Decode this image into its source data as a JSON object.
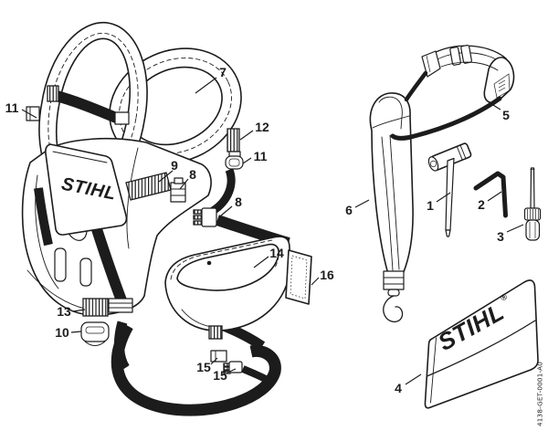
{
  "colors": {
    "ink": "#1c1c1c",
    "paper": "#ffffff"
  },
  "figure": {
    "harness_logo": "STIHL",
    "bag_logo": "STIHL",
    "registered_mark": "®",
    "drawing_number": "4138-GET-0001-A0"
  },
  "callouts": [
    "11",
    "7",
    "12",
    "11",
    "9",
    "8",
    "8",
    "14",
    "16",
    "13",
    "10",
    "15",
    "15",
    "6",
    "5",
    "1",
    "2",
    "3",
    "4"
  ]
}
